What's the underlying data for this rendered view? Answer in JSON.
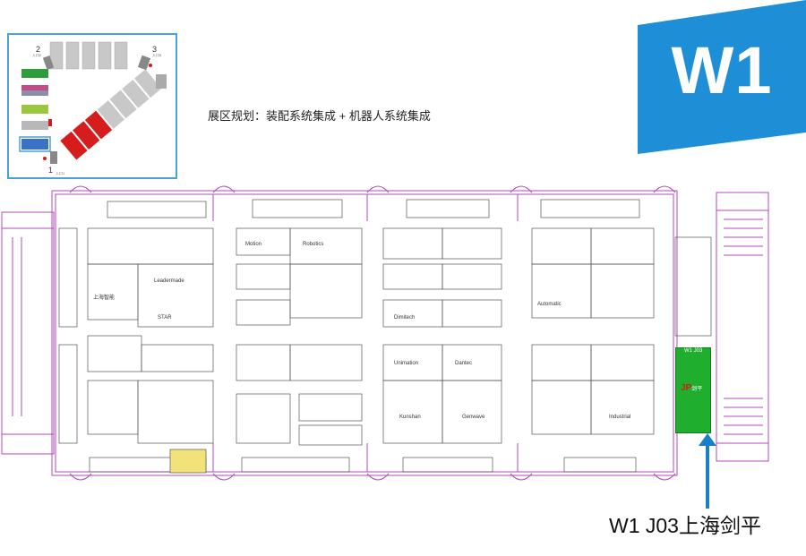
{
  "hall": {
    "code": "W1",
    "badge_color": "#1e8fd6"
  },
  "overview": {
    "entrances": [
      {
        "num": "2",
        "sub": "入口2"
      },
      {
        "num": "3",
        "sub": "入口3"
      },
      {
        "num": "1",
        "sub": "入口1"
      }
    ],
    "hall_colors": [
      "#2e9e3a",
      "#c44a8a",
      "#8a8fa8",
      "#9cc63c",
      "#b8b8b8",
      "#3a72c8"
    ],
    "highlight_color": "#d61c1c"
  },
  "zone_plan": "展区规划：装配系统集成 + 机器人系统集成",
  "floorplan": {
    "line_color": "#b04ab8",
    "booth_line_color": "#444444",
    "booths": [
      {
        "id": "b1",
        "name": "上海智能"
      },
      {
        "id": "b2",
        "name": "Leadermade"
      },
      {
        "id": "b3",
        "name": "Motion"
      },
      {
        "id": "b4",
        "name": "Robotics"
      },
      {
        "id": "b5",
        "name": "STAR"
      },
      {
        "id": "b6",
        "name": "Dimitech"
      },
      {
        "id": "b7",
        "name": "Dantec"
      },
      {
        "id": "b8",
        "name": "Unimation"
      },
      {
        "id": "b9",
        "name": "Kunshan"
      },
      {
        "id": "b10",
        "name": "Genwave"
      },
      {
        "id": "b11",
        "name": "Automatic"
      },
      {
        "id": "b12",
        "name": "Industrial"
      }
    ],
    "highlight": {
      "code": "W1 J03",
      "logo_text": "JP",
      "logo_sub": "剑平",
      "color": "#1fae2d"
    }
  },
  "callout": {
    "text": "W1 J03上海剑平",
    "arrow_color": "#1a7fc8"
  }
}
